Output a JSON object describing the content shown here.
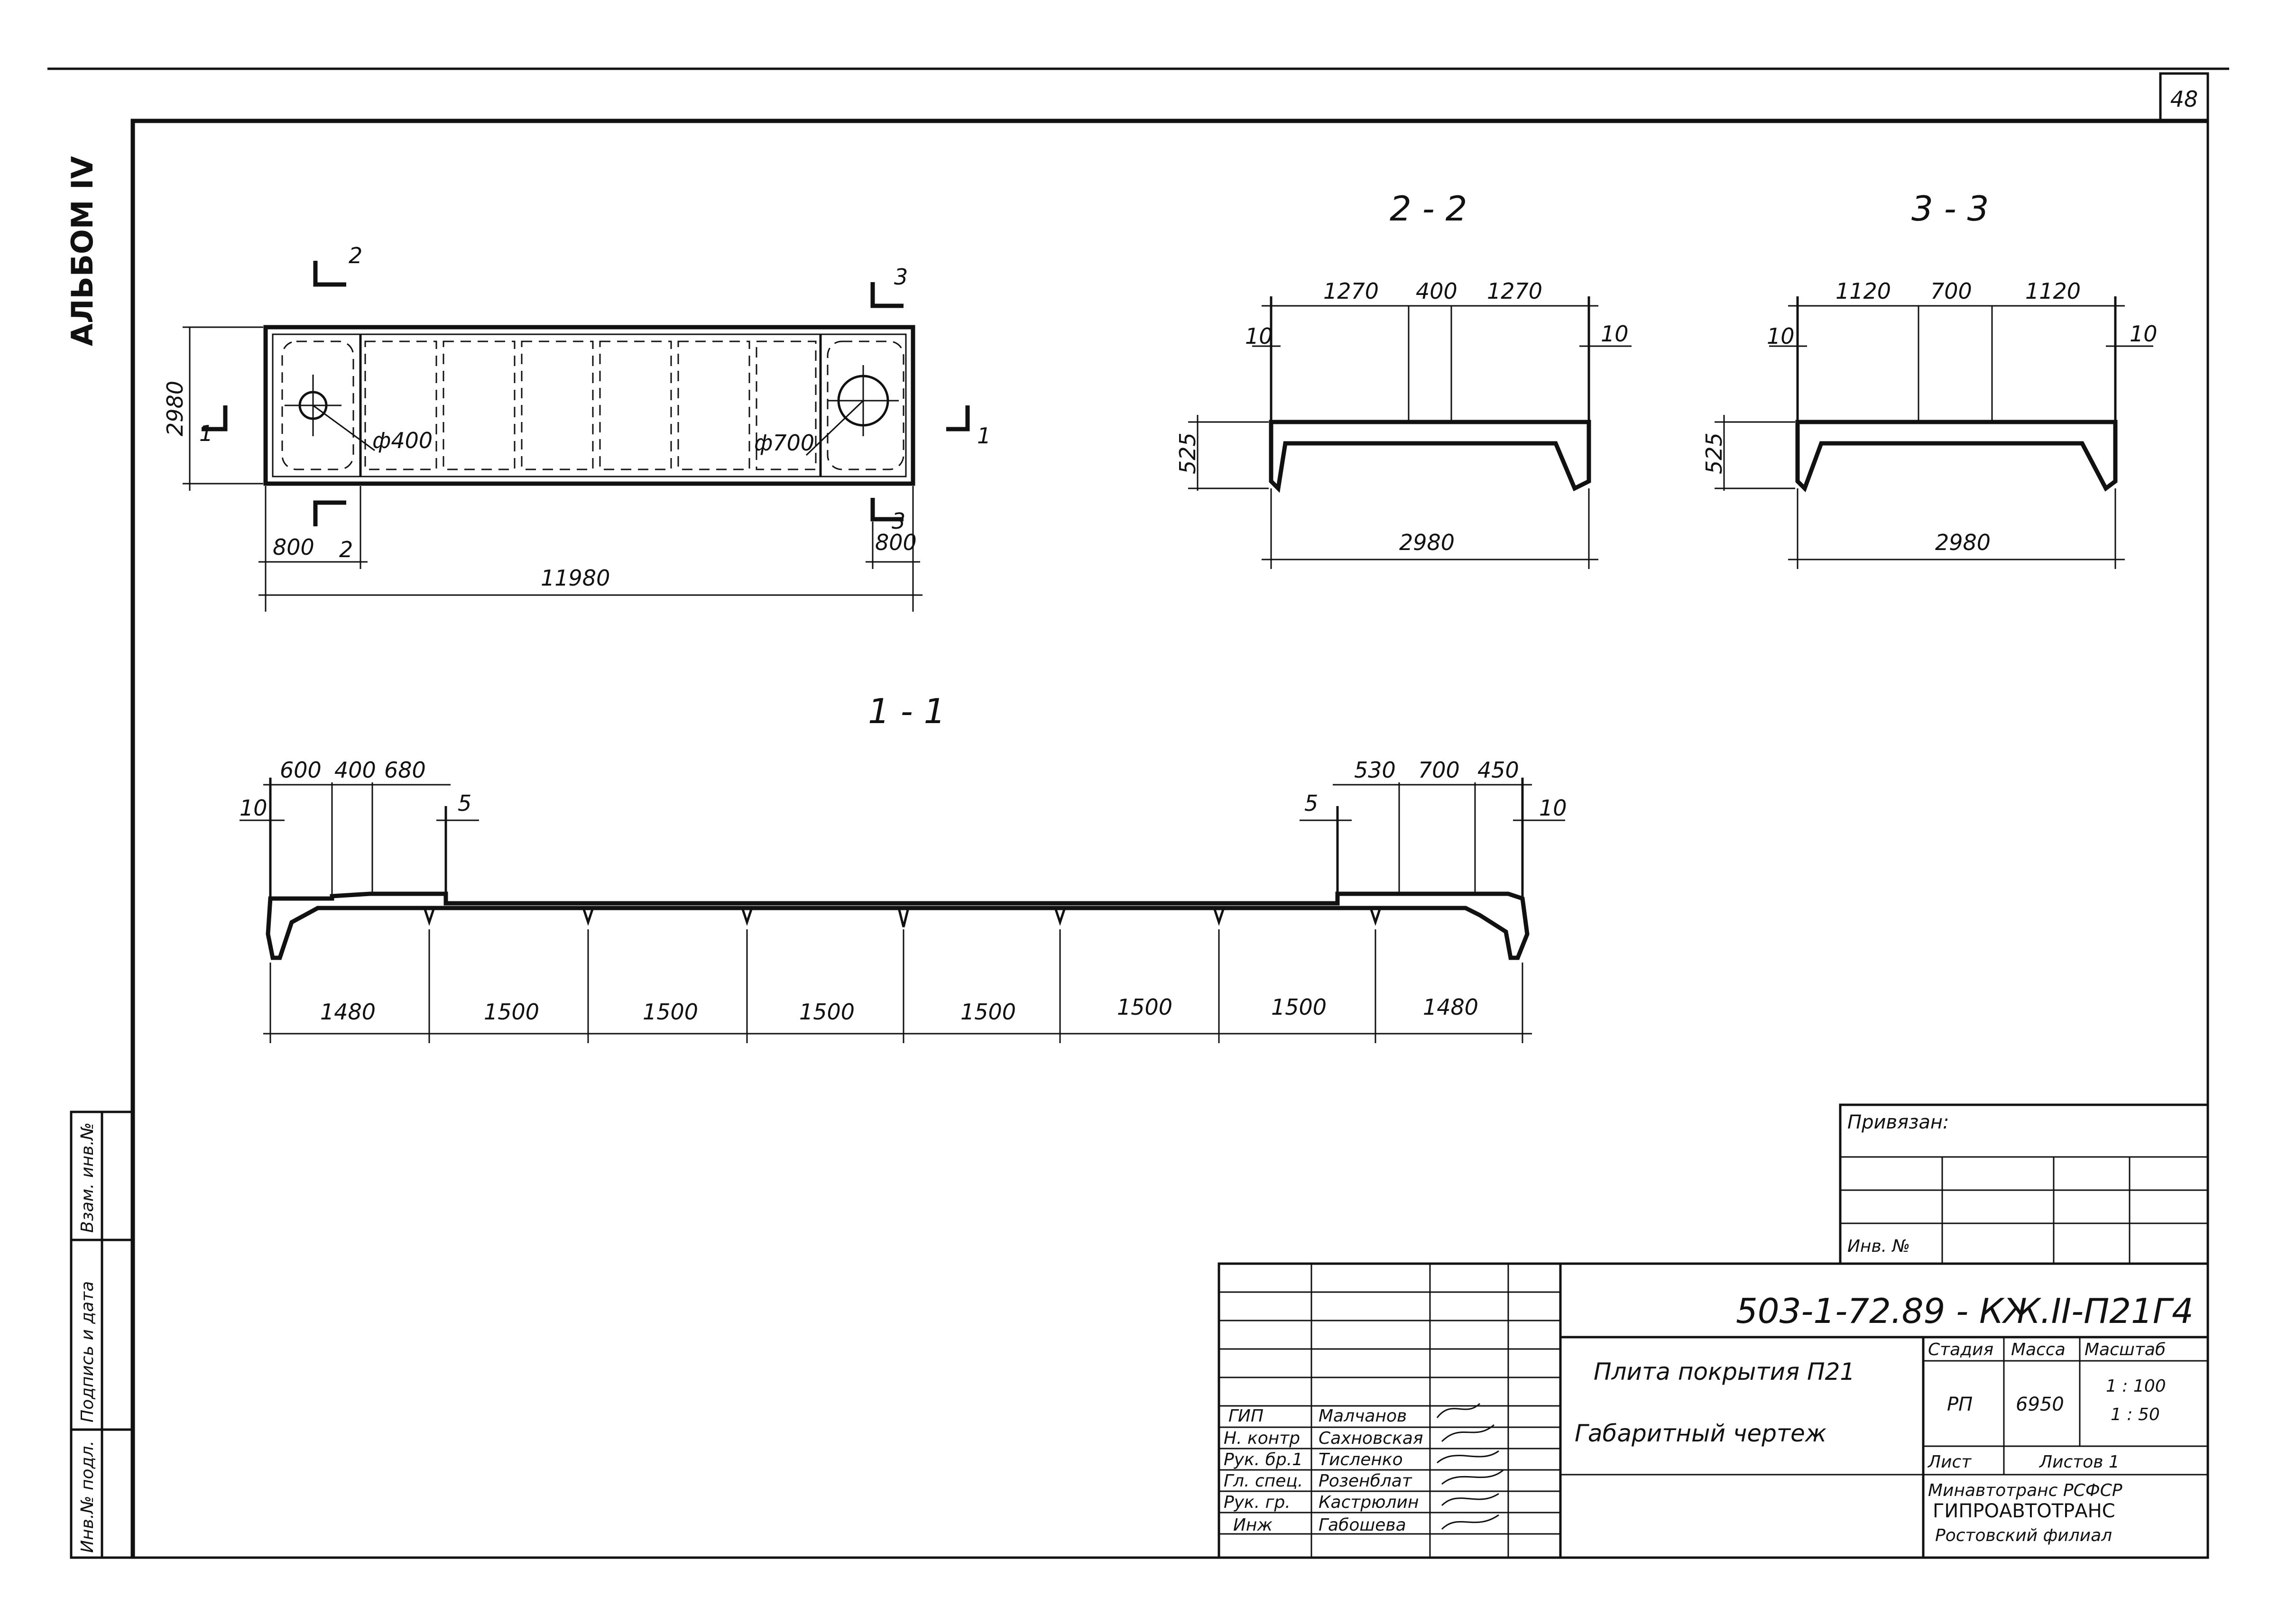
{
  "sheet": {
    "number": "48",
    "album": "АЛЬБОМ IV"
  },
  "plan": {
    "section_marks": [
      "2",
      "2",
      "3",
      "3",
      "1",
      "1"
    ],
    "dims": {
      "width": "2980",
      "length": "11980",
      "end_left": "800",
      "end_right": "800"
    },
    "holes": [
      "ф400",
      "ф700"
    ]
  },
  "section_2_2": {
    "title": "2 - 2",
    "top_dims": [
      "1270",
      "400",
      "1270"
    ],
    "side_left": "10",
    "side_right": "10",
    "height": "525",
    "width": "2980"
  },
  "section_3_3": {
    "title": "3 - 3",
    "top_dims": [
      "1120",
      "700",
      "1120"
    ],
    "side_left": "10",
    "side_right": "10",
    "height": "525",
    "width": "2980"
  },
  "section_1_1": {
    "title": "1 - 1",
    "top_left_dims": [
      "600",
      "400",
      "680"
    ],
    "top_right_dims": [
      "530",
      "700",
      "450"
    ],
    "small": [
      "10",
      "5",
      "5",
      "10"
    ],
    "bottom_dims": [
      "1480",
      "1500",
      "1500",
      "1500",
      "1500",
      "1500",
      "1500",
      "1480"
    ]
  },
  "binding": {
    "label": "Привязан:",
    "inv": "Инв. №"
  },
  "side_stamps": [
    "Взам. инв.№",
    "Подпись и дата",
    "Инв.№ подл."
  ],
  "title_block": {
    "code": "503-1-72.89 - КЖ.II-П21Г4",
    "name_line1": "Плита покрытия П21",
    "name_line2": "Габаритный чертеж",
    "headers": [
      "Стадия",
      "Масса",
      "Масштаб"
    ],
    "stage": "РП",
    "mass": "6950",
    "scale1": "1 : 100",
    "scale2": "1 : 50",
    "sheet_label": "Лист",
    "sheets_label": "Листов 1",
    "org1": "Минавтотранс РСФСР",
    "org2": "ГИПРОАВТОТРАНС",
    "org3": "Ростовский филиал",
    "people": [
      {
        "role": "ГИП",
        "name": "Малчанов"
      },
      {
        "role": "Н. контр",
        "name": "Сахновская"
      },
      {
        "role": "Рук. бр.1",
        "name": "Тисленко"
      },
      {
        "role": "Гл. спец.",
        "name": "Розенблат"
      },
      {
        "role": "Рук. гр.",
        "name": "Кастрюлин"
      },
      {
        "role": "Инж",
        "name": "Габошева"
      }
    ]
  }
}
